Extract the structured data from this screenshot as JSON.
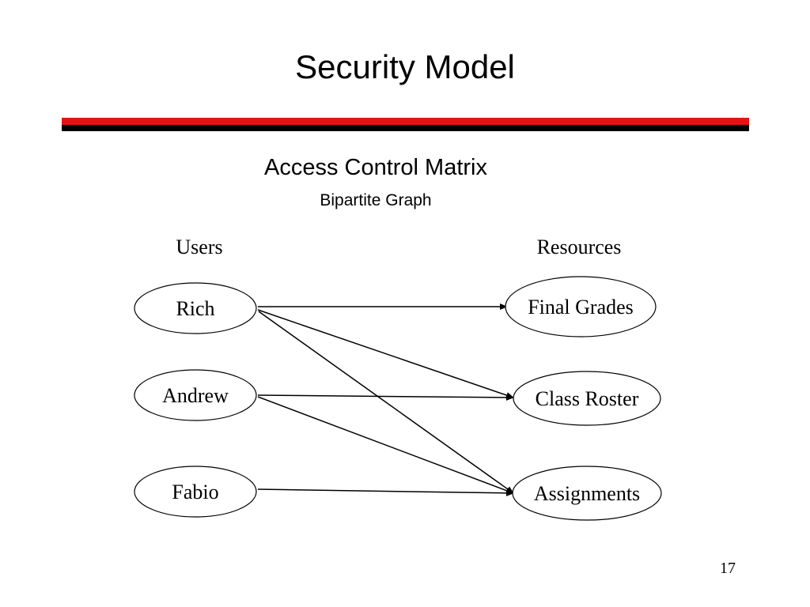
{
  "slide": {
    "title": "Security Model",
    "subtitle": "Access Control Matrix",
    "subsubtitle": "Bipartite Graph",
    "page_number": "17"
  },
  "graph": {
    "users_header": "Users",
    "resources_header": "Resources",
    "users": [
      {
        "id": "rich",
        "label": "Rich"
      },
      {
        "id": "andrew",
        "label": "Andrew"
      },
      {
        "id": "fabio",
        "label": "Fabio"
      }
    ],
    "resources": [
      {
        "id": "final-grades",
        "label": "Final Grades"
      },
      {
        "id": "class-roster",
        "label": "Class Roster"
      },
      {
        "id": "assignments",
        "label": "Assignments"
      }
    ],
    "edges": [
      {
        "from": "rich",
        "to": "final-grades"
      },
      {
        "from": "rich",
        "to": "class-roster"
      },
      {
        "from": "rich",
        "to": "assignments"
      },
      {
        "from": "andrew",
        "to": "class-roster"
      },
      {
        "from": "andrew",
        "to": "assignments"
      },
      {
        "from": "fabio",
        "to": "assignments"
      }
    ]
  }
}
